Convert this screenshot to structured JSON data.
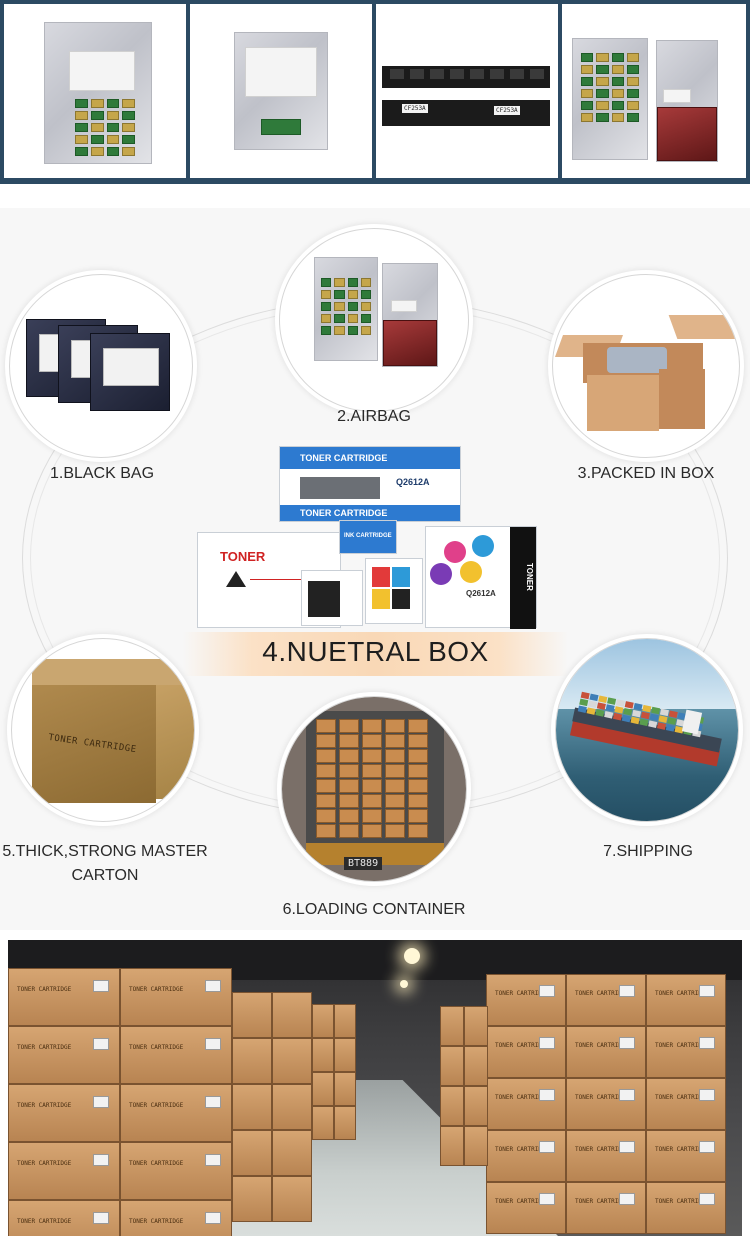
{
  "steps": {
    "s1": "1.BLACK BAG",
    "s2": "2.AIRBAG",
    "s3": "3.PACKED IN BOX",
    "s4": "4.NUETRAL BOX",
    "s5_line1": "5.THICK,STRONG MASTER",
    "s5_line2": "CARTON",
    "s6": "6.LOADING CONTAINER",
    "s7": "7.SHIPPING"
  },
  "product_print": {
    "toner_cartridge": "TONER CARTRIDGE",
    "toner": "TONER",
    "model": "Q2612A",
    "ink_cartridge": "INK CARTRIDGE",
    "strip_tag": "CF253A",
    "carton_print": "TONER CARTRIDGE",
    "plate": "BT889"
  },
  "colors": {
    "top_border": "#2c4a63",
    "banner": "#f9d8b6",
    "section_bg": "#f7f7f7"
  }
}
